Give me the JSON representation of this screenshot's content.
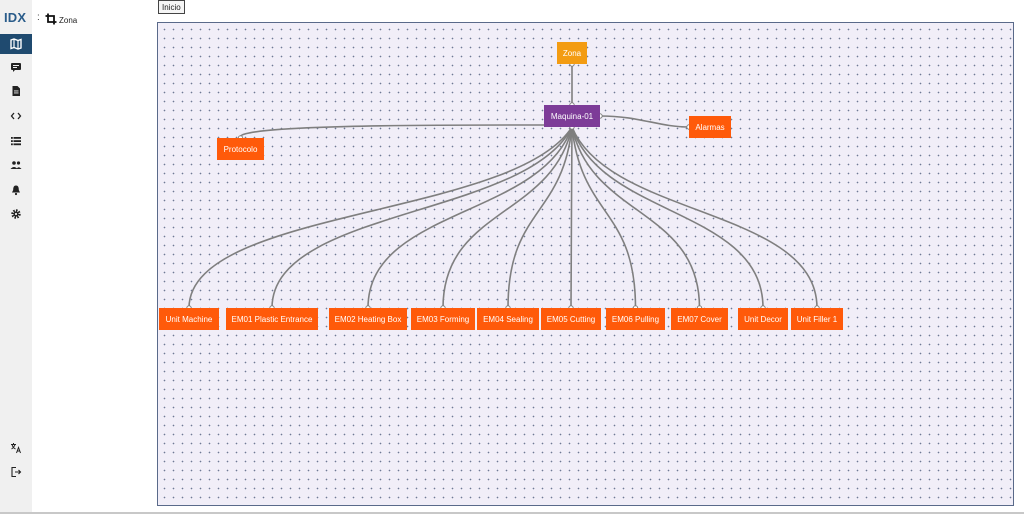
{
  "brand": {
    "prefix": "IDX",
    "accent": "X",
    "separator": ":"
  },
  "sidebar": {
    "items": [
      {
        "icon": "map-icon",
        "active": true
      },
      {
        "icon": "message-icon",
        "active": false
      },
      {
        "icon": "document-icon",
        "active": false
      },
      {
        "icon": "code-icon",
        "active": false
      },
      {
        "icon": "list-icon",
        "active": false
      },
      {
        "icon": "users-icon",
        "active": false
      },
      {
        "icon": "bell-icon",
        "active": false
      },
      {
        "icon": "gear-icon",
        "active": false
      }
    ],
    "bottom_items": [
      {
        "icon": "translate-icon"
      },
      {
        "icon": "logout-icon"
      }
    ]
  },
  "breadcrumb": {
    "zone_label": "Zona"
  },
  "toolbar": {
    "inicio_label": "Inicio"
  },
  "colors": {
    "zona": "#f39c12",
    "maquina": "#7d3c98",
    "leaf": "#ff5a0a",
    "link": "#7f7f7f",
    "canvas_bg": "#f1eef8",
    "sidebar_active": "#1f4a6f"
  },
  "diagram": {
    "root": "Zona",
    "machine": "Maquina-01",
    "side_nodes": [
      "Protocolo",
      "Alarmas"
    ],
    "children": [
      "Unit Machine",
      "EM01 Plastic Entrance",
      "EM02 Heating Box",
      "EM03 Forming",
      "EM04 Sealing",
      "EM05 Cutting",
      "EM06 Pulling",
      "EM07 Cover",
      "Unit Decor",
      "Unit Filler 1"
    ]
  }
}
